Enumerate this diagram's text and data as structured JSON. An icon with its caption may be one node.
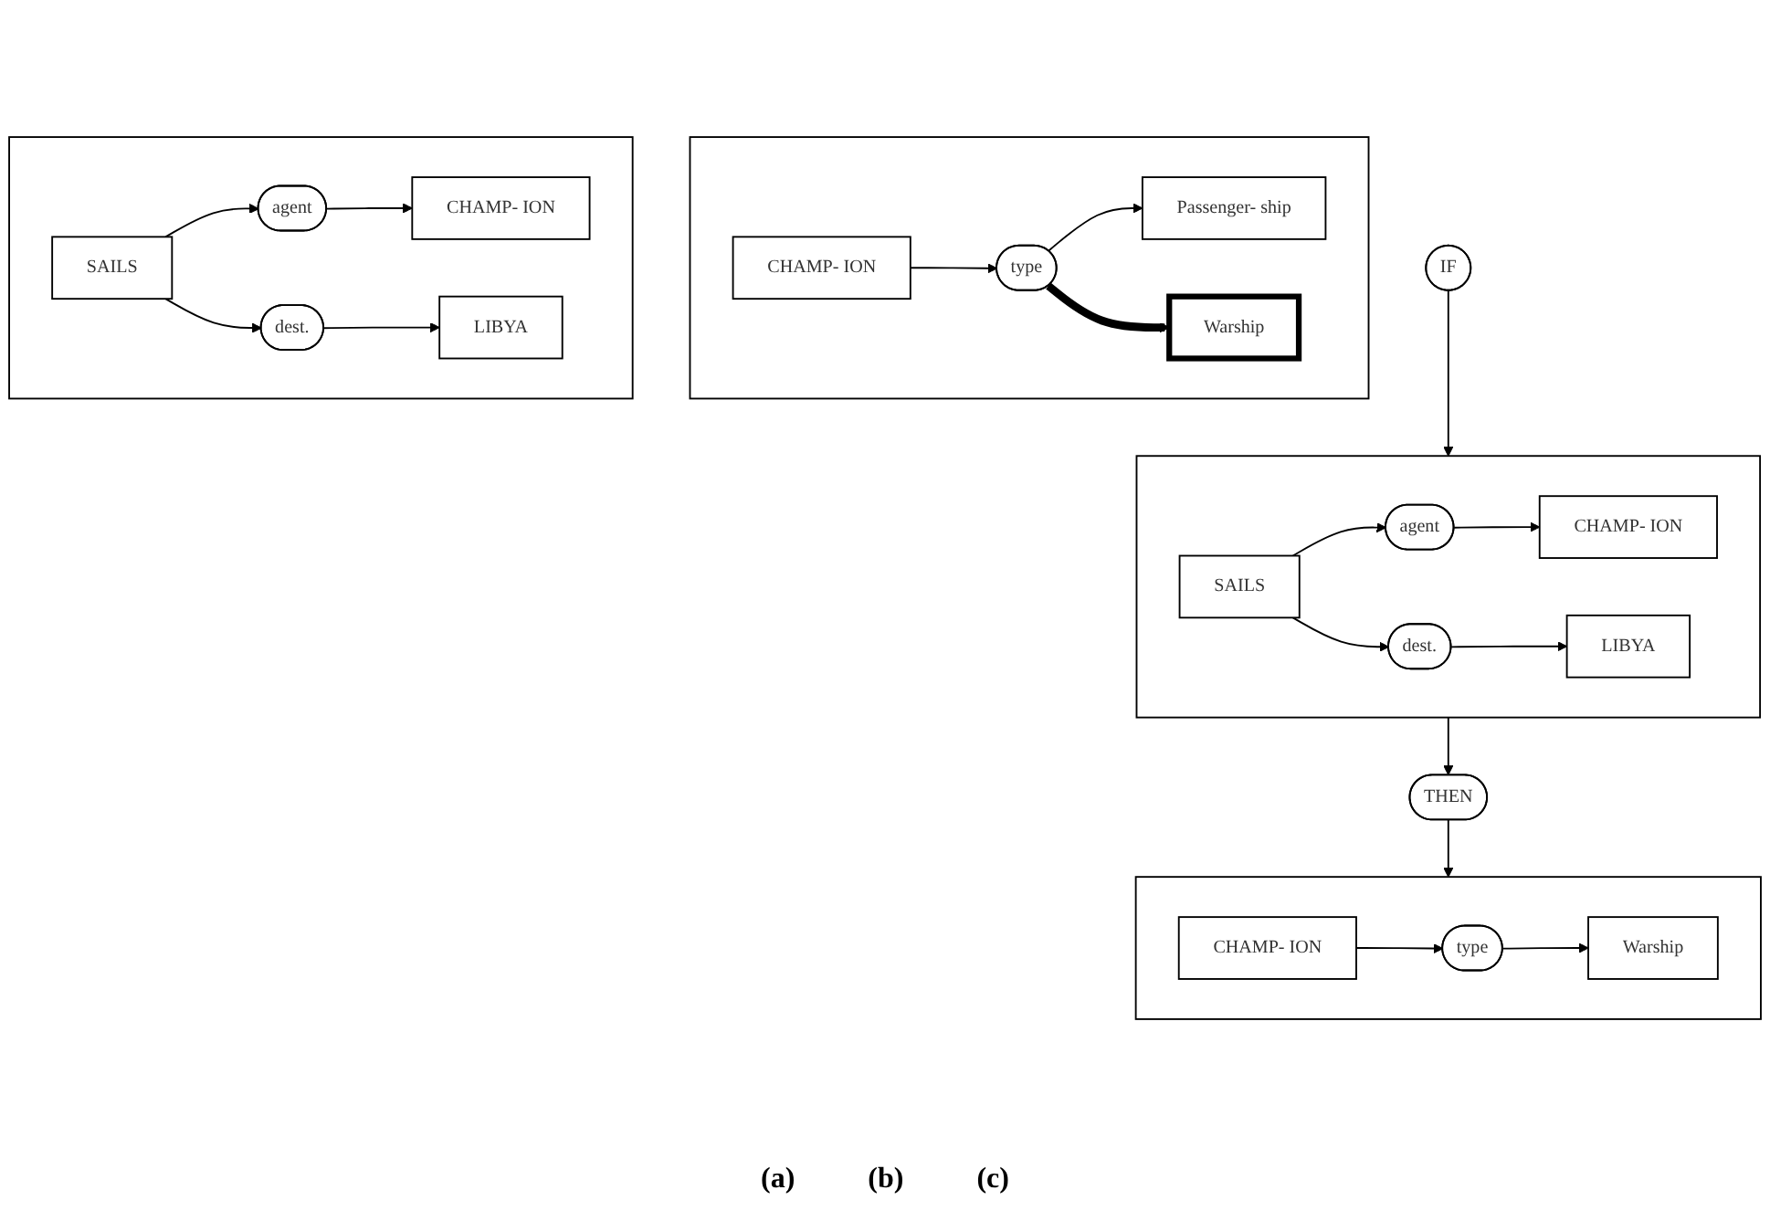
{
  "diagram": {
    "nodes": [
      {
        "text": [
          "IF"
        ]
      },
      {
        "text": [],
        "shape": "box"
      },
      {
        "text": [
          "CHAMP- ION"
        ],
        "in": 1
      },
      {
        "text": [
          "agent"
        ],
        "in": 1
      },
      {
        "text": [
          "SAILS"
        ],
        "in": 1
      },
      {
        "text": [
          "dest."
        ],
        "in": 1
      },
      {
        "text": [
          "LIBYA"
        ],
        "in": 1
      },
      {
        "text": [
          "THEN"
        ]
      },
      {
        "text": [],
        "shape": "box"
      },
      {
        "text": [
          "CHAMP- ION"
        ],
        "in": 8
      },
      {
        "text": [
          "type"
        ],
        "in": 8
      },
      {
        "text": [
          "Warship"
        ],
        "in": 8
      },
      {
        "text": [],
        "shape": "box"
      },
      {
        "text": [
          "CHAMP- ION"
        ],
        "in": 12
      },
      {
        "text": [
          "type"
        ],
        "in": 12
      },
      {
        "text": [
          "Passenger- ship"
        ],
        "in": 12
      },
      {
        "text": [
          "Warship"
        ],
        "in": 12
      },
      {
        "text": [],
        "shape": "box"
      },
      {
        "text": [
          "CHAMP- ION"
        ],
        "in": 17
      },
      {
        "text": [
          "agent"
        ],
        "in": 17
      },
      {
        "text": [
          "SAILS"
        ],
        "in": 17
      },
      {
        "text": [
          "dest."
        ],
        "in": 17
      },
      {
        "text": [
          "LIBYA"
        ],
        "in": 17
      }
    ],
    "edges": [
      {
        "from": 0,
        "to": 1,
        "arrow": "to"
      },
      {
        "from": 4,
        "to": 3,
        "arrow": "to"
      },
      {
        "from": 3,
        "to": 2,
        "arrow": "to"
      },
      {
        "from": 4,
        "to": 5,
        "arrow": "to"
      },
      {
        "from": 5,
        "to": 6,
        "arrow": "to"
      },
      {
        "from": 1,
        "to": 7,
        "arrow": "to"
      },
      {
        "from": 7,
        "to": 8,
        "arrow": "to"
      },
      {
        "from": 9,
        "to": 10,
        "arrow": "to"
      },
      {
        "from": 10,
        "to": 11,
        "arrow": "to"
      },
      {
        "from": 13,
        "to": 14,
        "arrow": "to"
      },
      {
        "from": 14,
        "to": 15,
        "arrow": "to"
      },
      {
        "from": 14,
        "to": 16,
        "arrow": "to",
        "style": "thick"
      },
      {
        "from": 20,
        "to": 19,
        "arrow": "to"
      },
      {
        "from": 19,
        "to": 18,
        "arrow": "to"
      },
      {
        "from": 20,
        "to": 21,
        "arrow": "to"
      },
      {
        "from": 21,
        "to": 22,
        "arrow": "to"
      }
    ],
    "labels": [
      "(a)",
      "(b)",
      "(c)"
    ]
  }
}
